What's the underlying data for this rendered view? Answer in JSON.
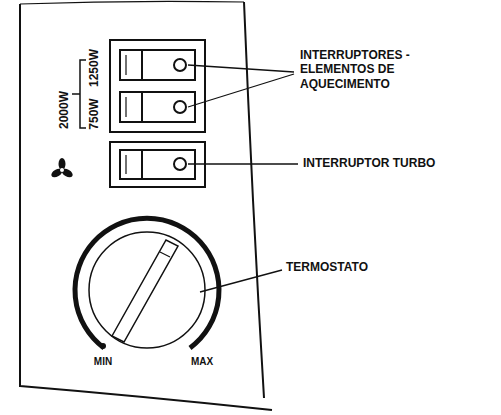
{
  "diagram": {
    "labels": [
      "2000W",
      "1250W",
      "750W",
      "INTERRUPTORES - ELEMENTOS DE AQUECIMENTO",
      "INTERRUPTOR TURBO",
      "TERMOSTATO",
      "MIN",
      "MAX"
    ]
  }
}
